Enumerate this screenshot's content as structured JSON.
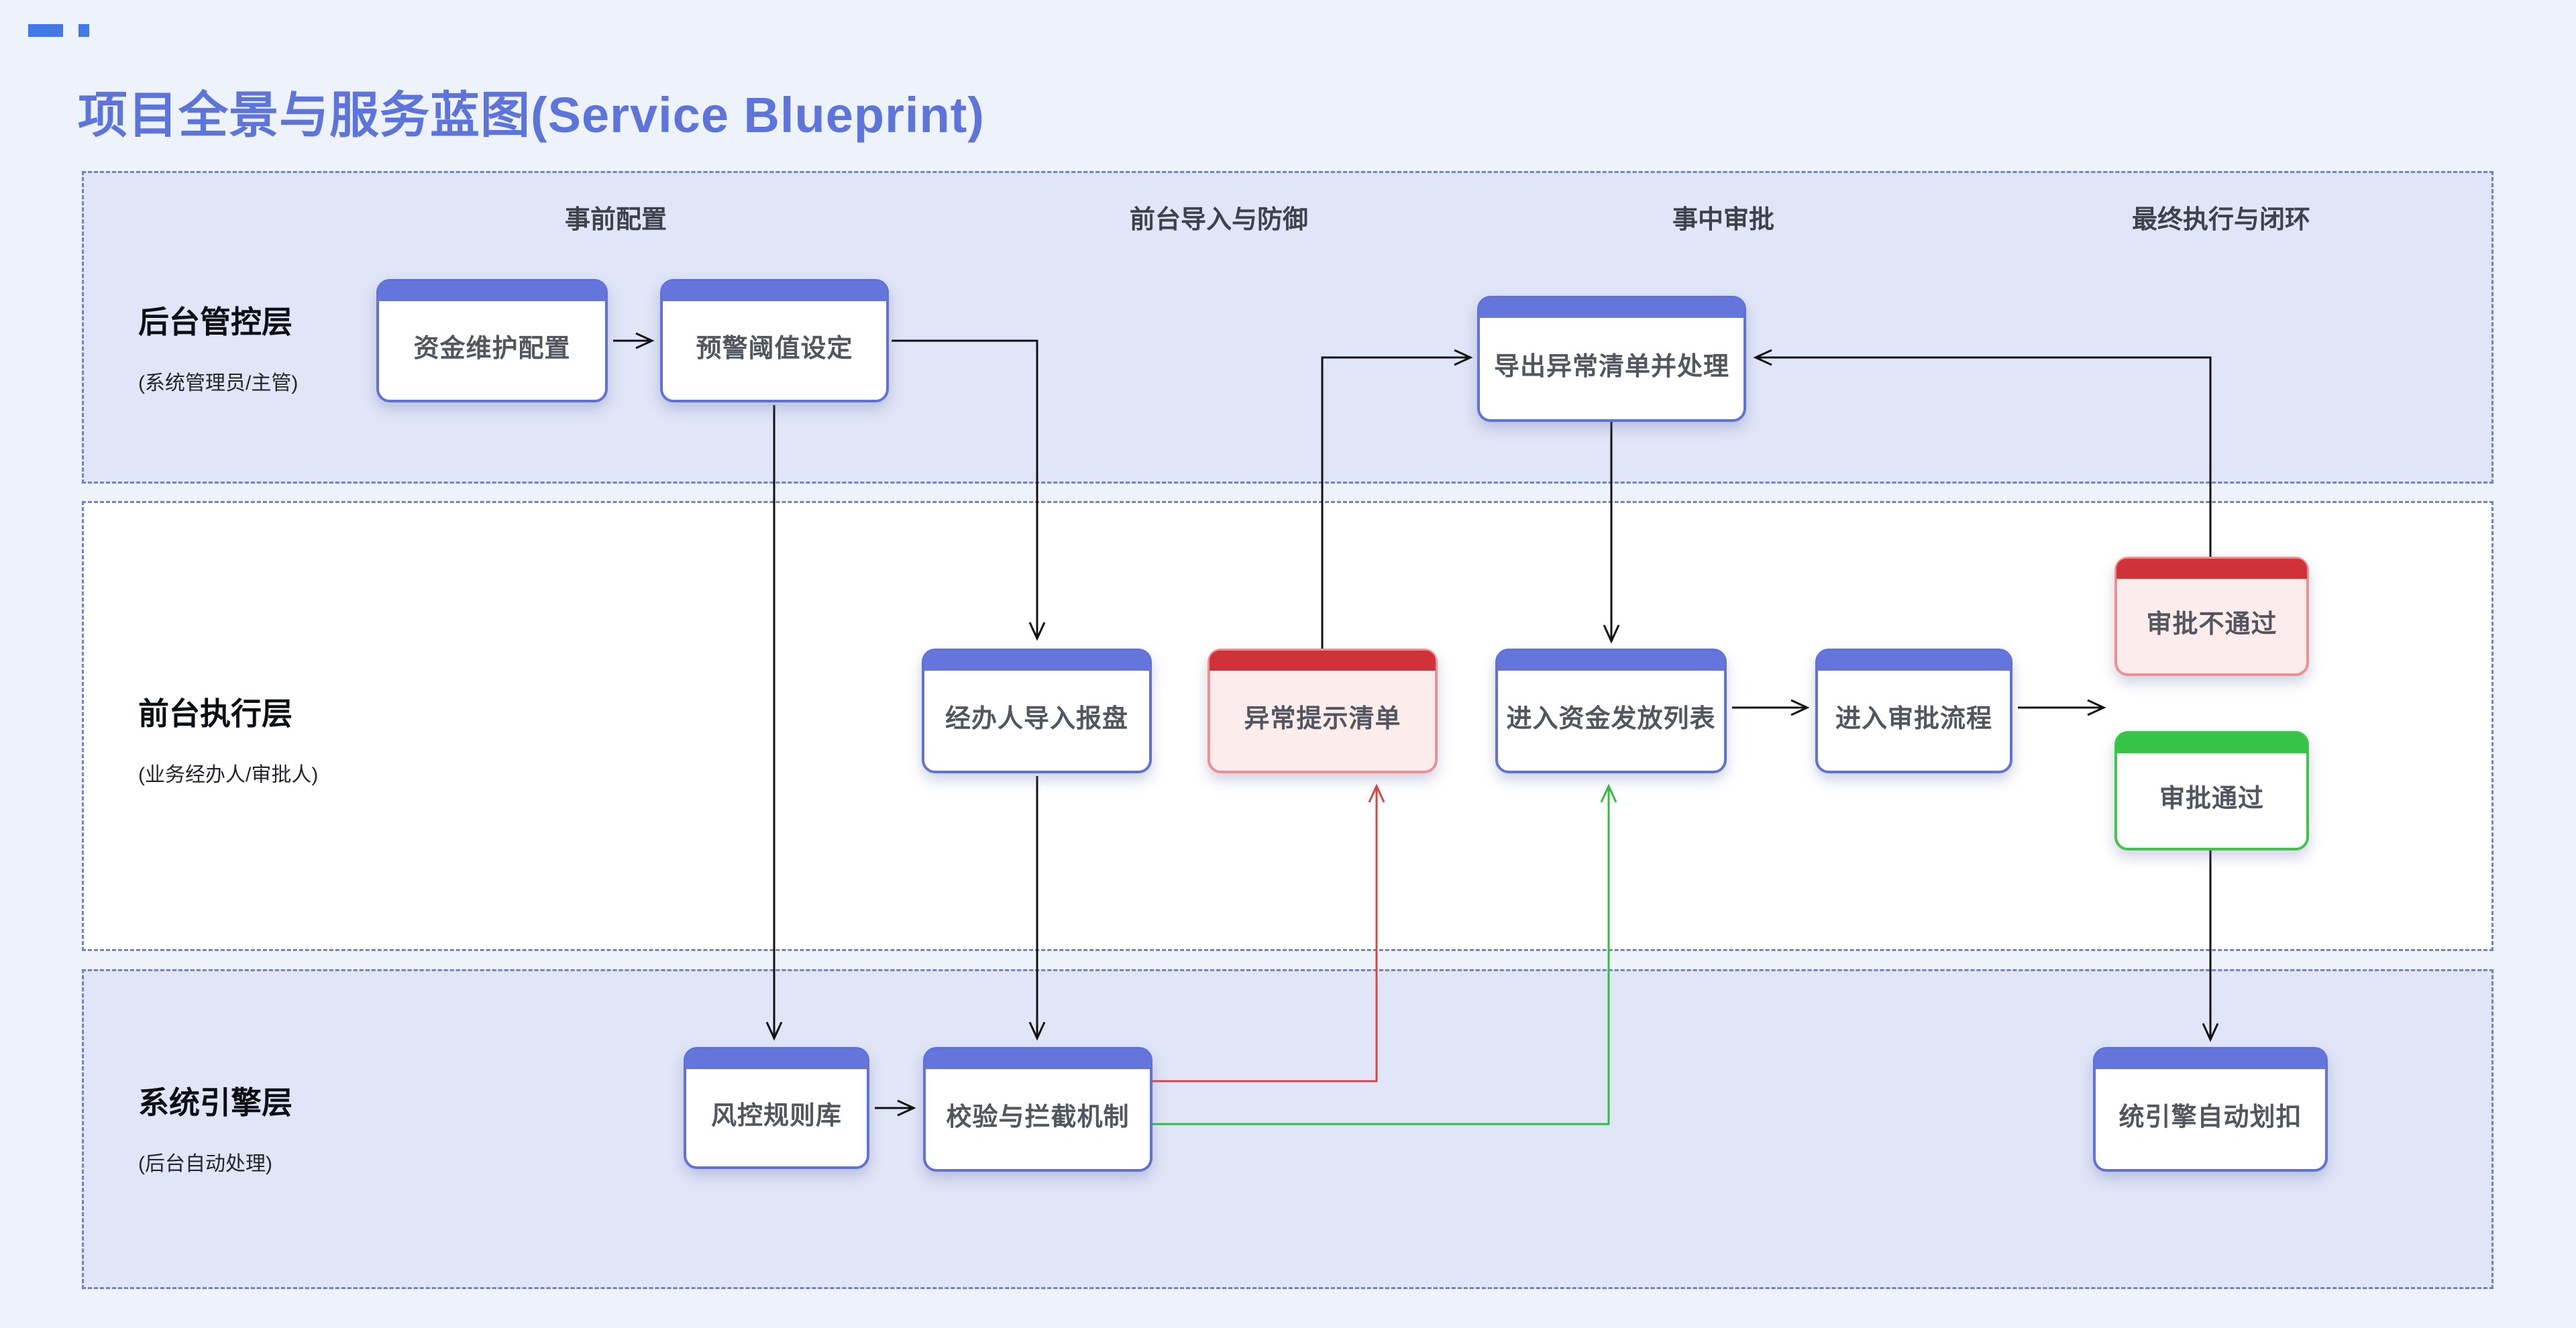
{
  "title": "项目全景与服务蓝图(Service Blueprint)",
  "columns": [
    "事前配置",
    "前台导入与防御",
    "事中审批",
    "最终执行与闭环"
  ],
  "lanes": [
    {
      "name": "后台管控层",
      "role": "(系统管理员/主管)"
    },
    {
      "name": "前台执行层",
      "role": "(业务经办人/审批人)"
    },
    {
      "name": "系统引擎层",
      "role": "(后台自动处理)"
    }
  ],
  "nodes": [
    {
      "label": "资金维护配置",
      "variant": "blue"
    },
    {
      "label": "预警阈值设定",
      "variant": "blue"
    },
    {
      "label": "导出异常清单并处理",
      "variant": "blue"
    },
    {
      "label": "经办人导入报盘",
      "variant": "blue"
    },
    {
      "label": "异常提示清单",
      "variant": "red"
    },
    {
      "label": "进入资金发放列表",
      "variant": "blue"
    },
    {
      "label": "进入审批流程",
      "variant": "blue"
    },
    {
      "label": "审批不通过",
      "variant": "red"
    },
    {
      "label": "审批通过",
      "variant": "green"
    },
    {
      "label": "风控规则库",
      "variant": "blue"
    },
    {
      "label": "校验与拦截机制",
      "variant": "blue"
    },
    {
      "label": "统引擎自动划扣",
      "variant": "blue"
    }
  ],
  "colors": {
    "title_blue": "#5d74dd",
    "deco_blue": "#4277e8",
    "node_header_blue": "#6476db",
    "node_header_red": "#cf3238",
    "node_header_green": "#36c447",
    "lane_fill": "#e0e5f7",
    "lane_border": "#7080d5",
    "arrow_black": "#111111",
    "arrow_red": "#db4444",
    "arrow_green": "#2ec03e",
    "page_background": "#eef2fa"
  }
}
